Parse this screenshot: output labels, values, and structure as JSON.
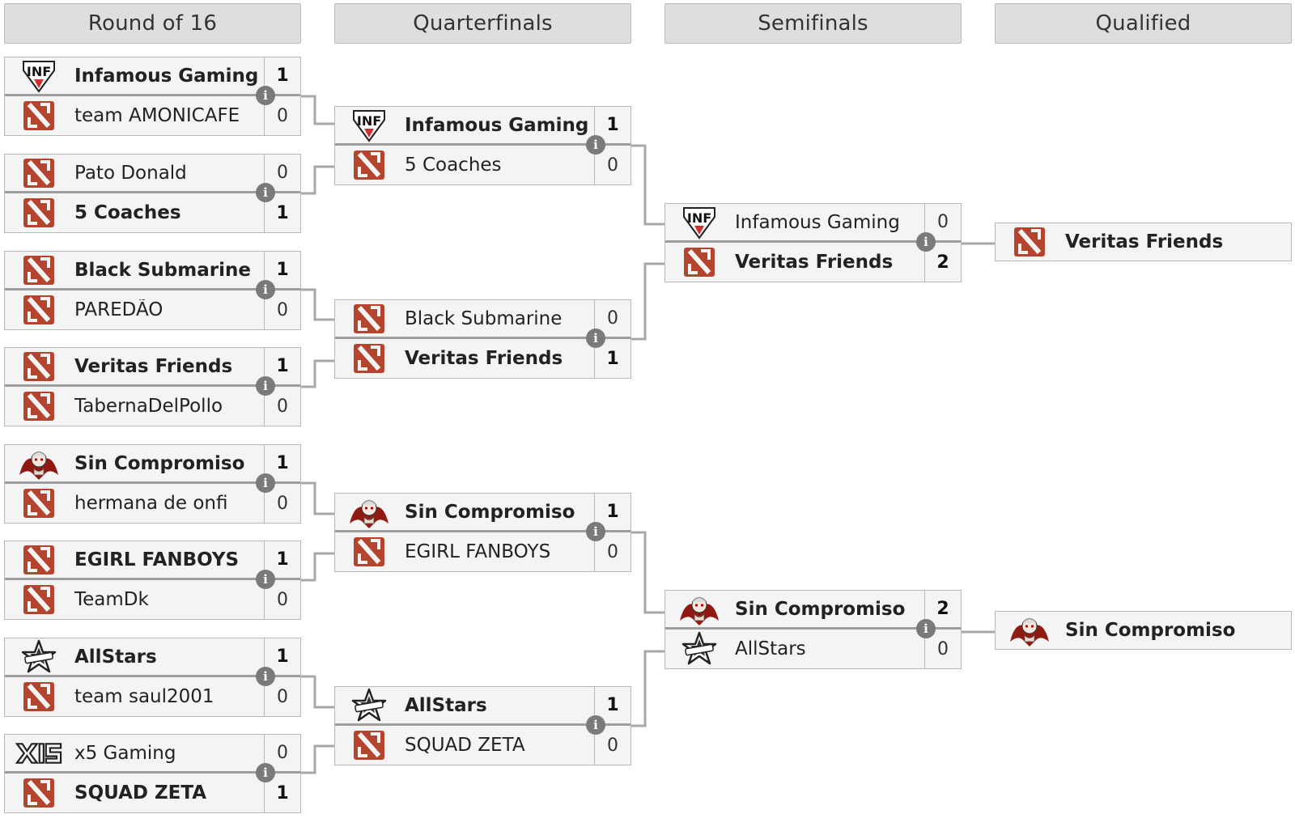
{
  "rounds": [
    "Round of 16",
    "Quarterfinals",
    "Semifinals",
    "Qualified"
  ],
  "colors": {
    "header_bg": "#dedede",
    "row_bg": "#f4f4f4",
    "border": "#b9b9b9",
    "connector": "#a8a8a8",
    "info_icon": "#7a7a7a",
    "dota_red": "#b5442e"
  },
  "round_of_16": [
    {
      "team1": {
        "name": "Infamous Gaming",
        "logo": "infamous-logo",
        "score": "1",
        "winner": true
      },
      "team2": {
        "name": "team AMONICAFE",
        "logo": "dota2-logo",
        "score": "0",
        "winner": false
      }
    },
    {
      "team1": {
        "name": "Pato Donald",
        "logo": "dota2-logo",
        "score": "0",
        "winner": false
      },
      "team2": {
        "name": "5 Coaches",
        "logo": "dota2-logo",
        "score": "1",
        "winner": true
      }
    },
    {
      "team1": {
        "name": "Black Submarine",
        "logo": "dota2-logo",
        "score": "1",
        "winner": true
      },
      "team2": {
        "name": "PAREDÃO",
        "logo": "dota2-logo",
        "score": "0",
        "winner": false
      }
    },
    {
      "team1": {
        "name": "Veritas Friends",
        "logo": "dota2-logo",
        "score": "1",
        "winner": true
      },
      "team2": {
        "name": "TabernaDelPollo",
        "logo": "dota2-logo",
        "score": "0",
        "winner": false
      }
    },
    {
      "team1": {
        "name": "Sin Compromiso",
        "logo": "sin-compromiso-logo",
        "score": "1",
        "winner": true
      },
      "team2": {
        "name": "hermana de onfi",
        "logo": "dota2-logo",
        "score": "0",
        "winner": false
      }
    },
    {
      "team1": {
        "name": "EGIRL FANBOYS",
        "logo": "dota2-logo",
        "score": "1",
        "winner": true
      },
      "team2": {
        "name": "TeamDk",
        "logo": "dota2-logo",
        "score": "0",
        "winner": false
      }
    },
    {
      "team1": {
        "name": "AllStars",
        "logo": "allstars-logo",
        "score": "1",
        "winner": true
      },
      "team2": {
        "name": "team saul2001",
        "logo": "dota2-logo",
        "score": "0",
        "winner": false
      }
    },
    {
      "team1": {
        "name": "x5 Gaming",
        "logo": "x5-logo",
        "score": "0",
        "winner": false
      },
      "team2": {
        "name": "SQUAD ZETA",
        "logo": "dota2-logo",
        "score": "1",
        "winner": true
      }
    }
  ],
  "quarterfinals": [
    {
      "team1": {
        "name": "Infamous Gaming",
        "logo": "infamous-logo",
        "score": "1",
        "winner": true
      },
      "team2": {
        "name": "5 Coaches",
        "logo": "dota2-logo",
        "score": "0",
        "winner": false
      }
    },
    {
      "team1": {
        "name": "Black Submarine",
        "logo": "dota2-logo",
        "score": "0",
        "winner": false
      },
      "team2": {
        "name": "Veritas Friends",
        "logo": "dota2-logo",
        "score": "1",
        "winner": true
      }
    },
    {
      "team1": {
        "name": "Sin Compromiso",
        "logo": "sin-compromiso-logo",
        "score": "1",
        "winner": true
      },
      "team2": {
        "name": "EGIRL FANBOYS",
        "logo": "dota2-logo",
        "score": "0",
        "winner": false
      }
    },
    {
      "team1": {
        "name": "AllStars",
        "logo": "allstars-logo",
        "score": "1",
        "winner": true
      },
      "team2": {
        "name": "SQUAD ZETA",
        "logo": "dota2-logo",
        "score": "0",
        "winner": false
      }
    }
  ],
  "semifinals": [
    {
      "team1": {
        "name": "Infamous Gaming",
        "logo": "infamous-logo",
        "score": "0",
        "winner": false
      },
      "team2": {
        "name": "Veritas Friends",
        "logo": "dota2-logo",
        "score": "2",
        "winner": true
      }
    },
    {
      "team1": {
        "name": "Sin Compromiso",
        "logo": "sin-compromiso-logo",
        "score": "2",
        "winner": true
      },
      "team2": {
        "name": "AllStars",
        "logo": "allstars-logo",
        "score": "0",
        "winner": false
      }
    }
  ],
  "qualified": [
    {
      "name": "Veritas Friends",
      "logo": "dota2-logo"
    },
    {
      "name": "Sin Compromiso",
      "logo": "sin-compromiso-logo"
    }
  ]
}
